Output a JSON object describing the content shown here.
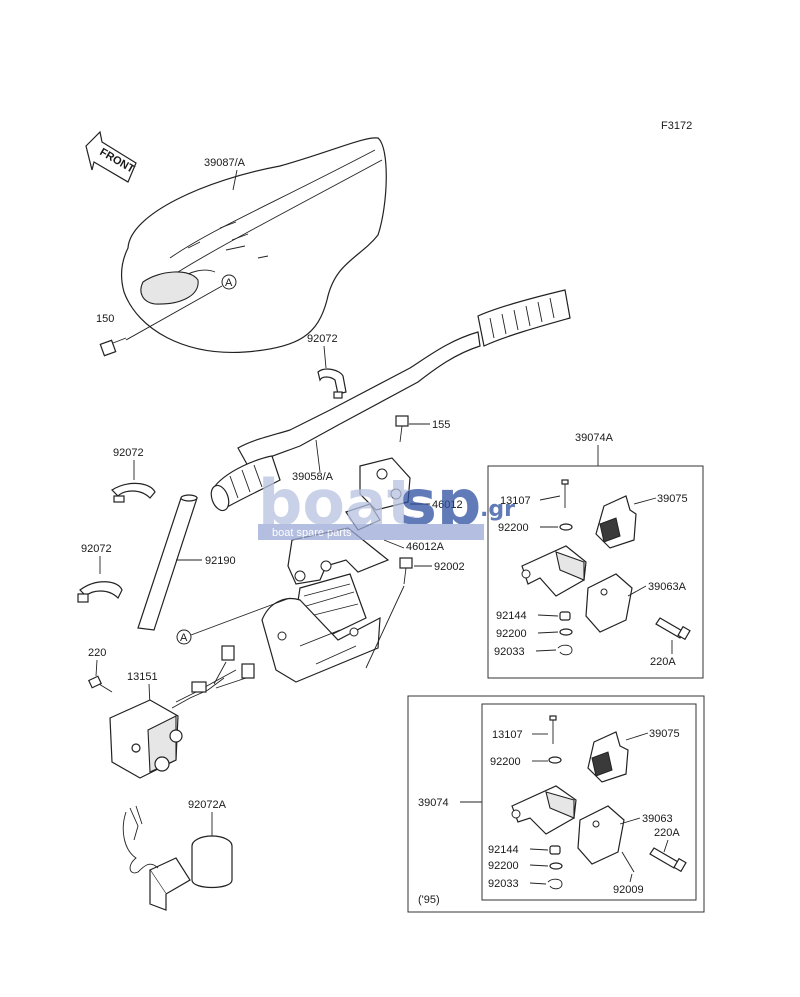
{
  "figure_code": "F3172",
  "front_label": "FRONT",
  "reference_marker": "A",
  "year_note": "('95)",
  "watermark": {
    "brand_left": "boat",
    "brand_right": "sp",
    "domain": ".gr",
    "tagline": "boat spare parts",
    "color_primary": "#2b4fa0",
    "color_light": "#9aa9d6"
  },
  "parts": {
    "cover": "39087/A",
    "bolt_150": "150",
    "band_top": "92072",
    "bolt_155": "155",
    "handlebar": "39058/A",
    "holder_upper": "46012",
    "band_left1": "92072",
    "band_left2": "92072",
    "tube": "92190",
    "holder_lower": "46012A",
    "bolt_92002": "92002",
    "screw_220": "220",
    "switch": "13151",
    "clamp": "92072A"
  },
  "group1": {
    "title": "39074A",
    "items": [
      "13107",
      "39075",
      "92200",
      "39063A",
      "92144",
      "92200",
      "92033",
      "220A"
    ]
  },
  "group2": {
    "title": "39074",
    "items": [
      "13107",
      "39075",
      "92200",
      "39063",
      "220A",
      "92144",
      "92200",
      "92033",
      "92009"
    ]
  }
}
